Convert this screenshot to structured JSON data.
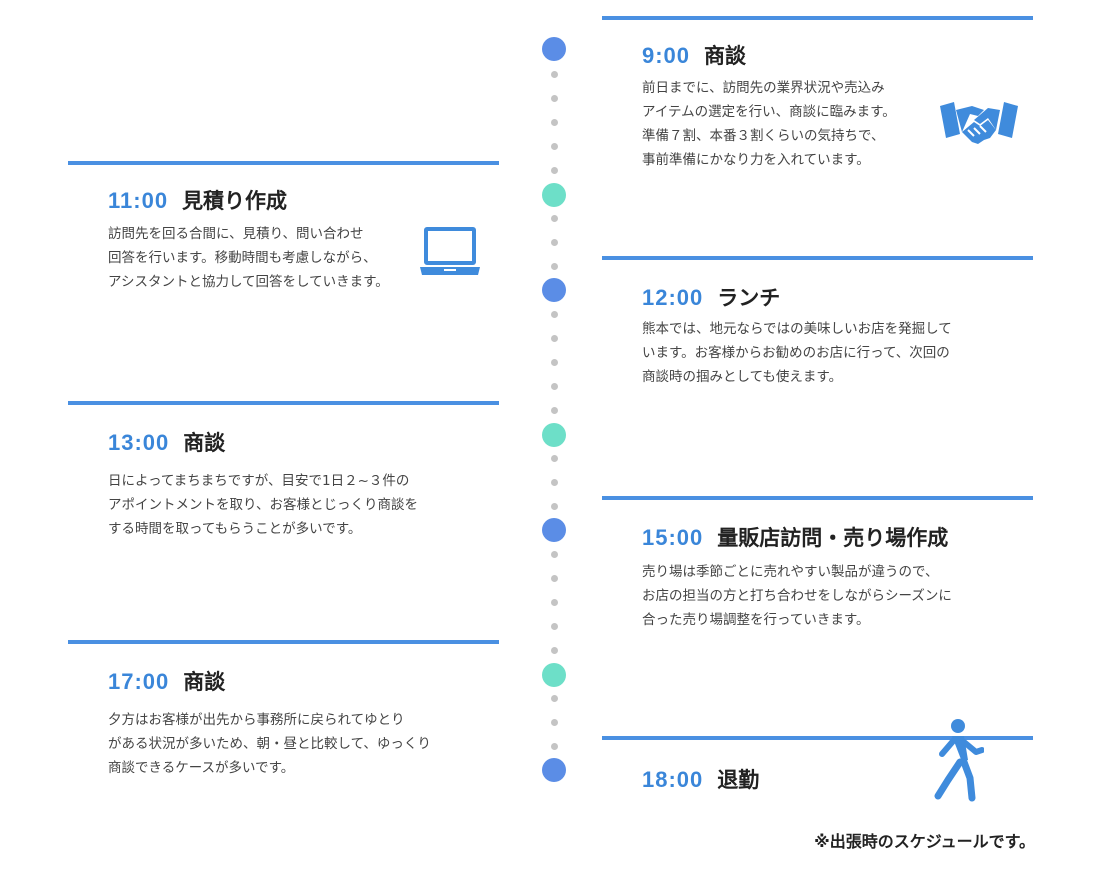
{
  "colors": {
    "accent_blue": "#4a90e2",
    "time_blue": "#3a86d9",
    "dot_blue": "#5b8de6",
    "dot_teal": "#6ddfc8",
    "dot_gray": "#c4c4c4",
    "icon_blue": "#3f8bdc"
  },
  "schedule": [
    {
      "time": "9:00",
      "title": "商談",
      "lines": [
        "前日までに、訪問先の業界状況や売込み",
        "アイテムの選定を行い、商談に臨みます。",
        "準備７割、本番３割くらいの気持ちで、",
        "事前準備にかなり力を入れています。"
      ],
      "icon": "handshake-icon"
    },
    {
      "time": "11:00",
      "title": "見積り作成",
      "lines": [
        "訪問先を回る合間に、見積り、問い合わせ",
        "回答を行います。移動時間も考慮しながら、",
        "アシスタントと協力して回答をしていきます。"
      ],
      "icon": "laptop-icon"
    },
    {
      "time": "12:00",
      "title": "ランチ",
      "lines": [
        "熊本では、地元ならではの美味しいお店を発掘して",
        "います。お客様からお勧めのお店に行って、次回の",
        "商談時の掴みとしても使えます。"
      ]
    },
    {
      "time": "13:00",
      "title": "商談",
      "lines": [
        "日によってまちまちですが、目安で1日２~３件の",
        "アポイントメントを取り、お客様とじっくり商談を",
        "する時間を取ってもらうことが多いです。"
      ]
    },
    {
      "time": "15:00",
      "title": "量販店訪問・売り場作成",
      "lines": [
        "売り場は季節ごとに売れやすい製品が違うので、",
        "お店の担当の方と打ち合わせをしながらシーズンに",
        "合った売り場調整を行っていきます。"
      ]
    },
    {
      "time": "17:00",
      "title": "商談",
      "lines": [
        "夕方はお客様が出先から事務所に戻られてゆとり",
        "がある状況が多いため、朝・昼と比較して、ゆっくり",
        "商談できるケースが多いです。"
      ]
    },
    {
      "time": "18:00",
      "title": "退勤",
      "lines": [],
      "icon": "walking-person-icon"
    }
  ],
  "footnote": "※出張時のスケジュールです。"
}
